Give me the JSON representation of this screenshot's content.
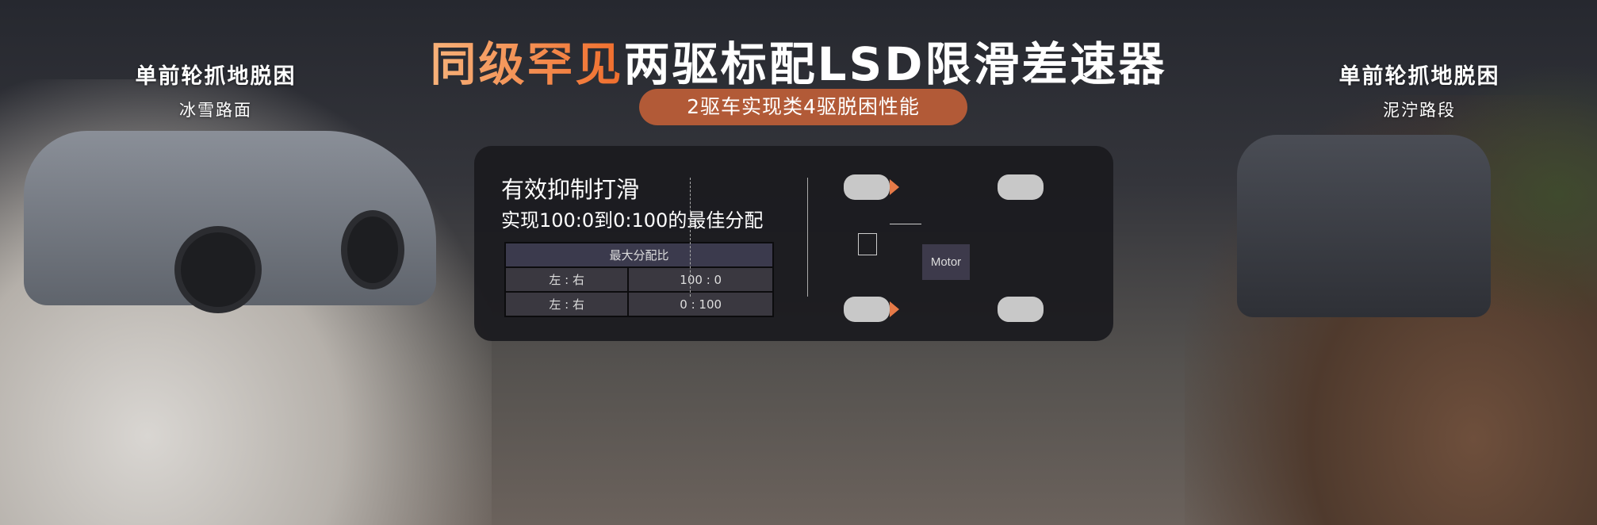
{
  "header": {
    "title_highlight": "同级罕见",
    "title_rest": "两驱标配LSD限滑差速器",
    "subtitle": "2驱车实现类4驱脱困性能"
  },
  "left": {
    "line1": "单前轮抓地脱困",
    "line2": "冰雪路面"
  },
  "right": {
    "line1": "单前轮抓地脱困",
    "line2": "泥泞路段"
  },
  "panel": {
    "heading": "有效抑制打滑",
    "subheading": "实现100:0到0:100的最佳分配",
    "table": {
      "header": "最大分配比",
      "rows": [
        [
          "左 : 右",
          "100 : 0"
        ],
        [
          "左 : 右",
          "0 : 100"
        ]
      ]
    },
    "motor_label": "Motor"
  },
  "colors": {
    "accent": "#f06d2c",
    "pill": "#b25a37"
  }
}
